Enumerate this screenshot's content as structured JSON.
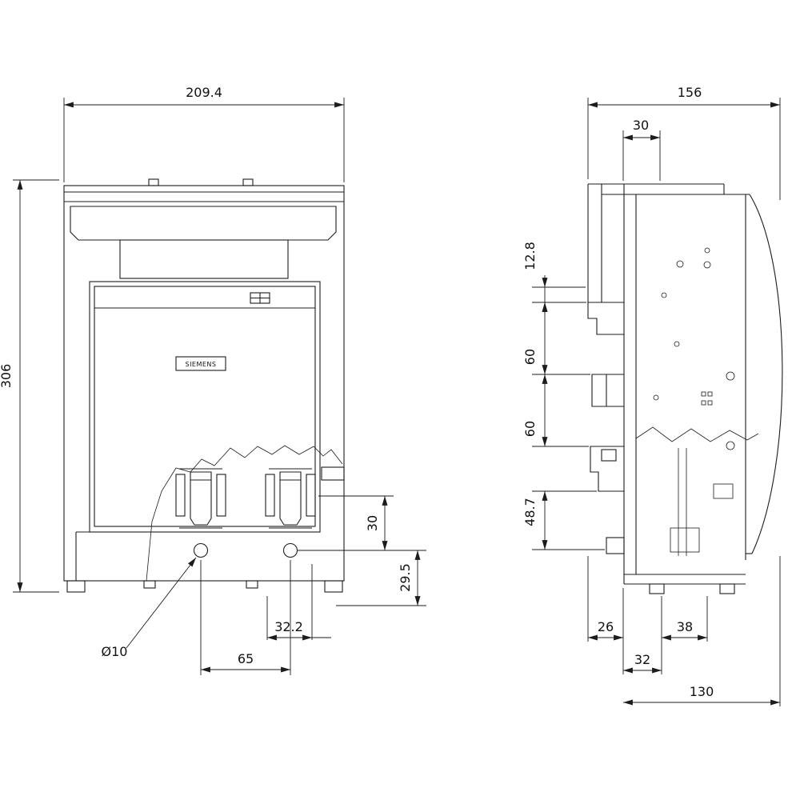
{
  "drawing": {
    "brand_label": "SIEMENS",
    "front_view": {
      "overall_width": "209.4",
      "overall_height": "306",
      "terminal_to_hole": "30",
      "hole_to_bottom": "29.5",
      "hole_edge_spacing": "32.2",
      "hole_center_spacing": "65",
      "hole_diameter": "Ø10"
    },
    "side_view": {
      "overall_depth": "156",
      "top_inset": "30",
      "tab_top_offset": "12.8",
      "tab_pitch_upper": "60",
      "tab_pitch_lower": "60",
      "tab_to_foot": "48.7",
      "base_front_overhang": "26",
      "base_mid": "38",
      "base_front": "32",
      "base_depth": "130"
    }
  }
}
